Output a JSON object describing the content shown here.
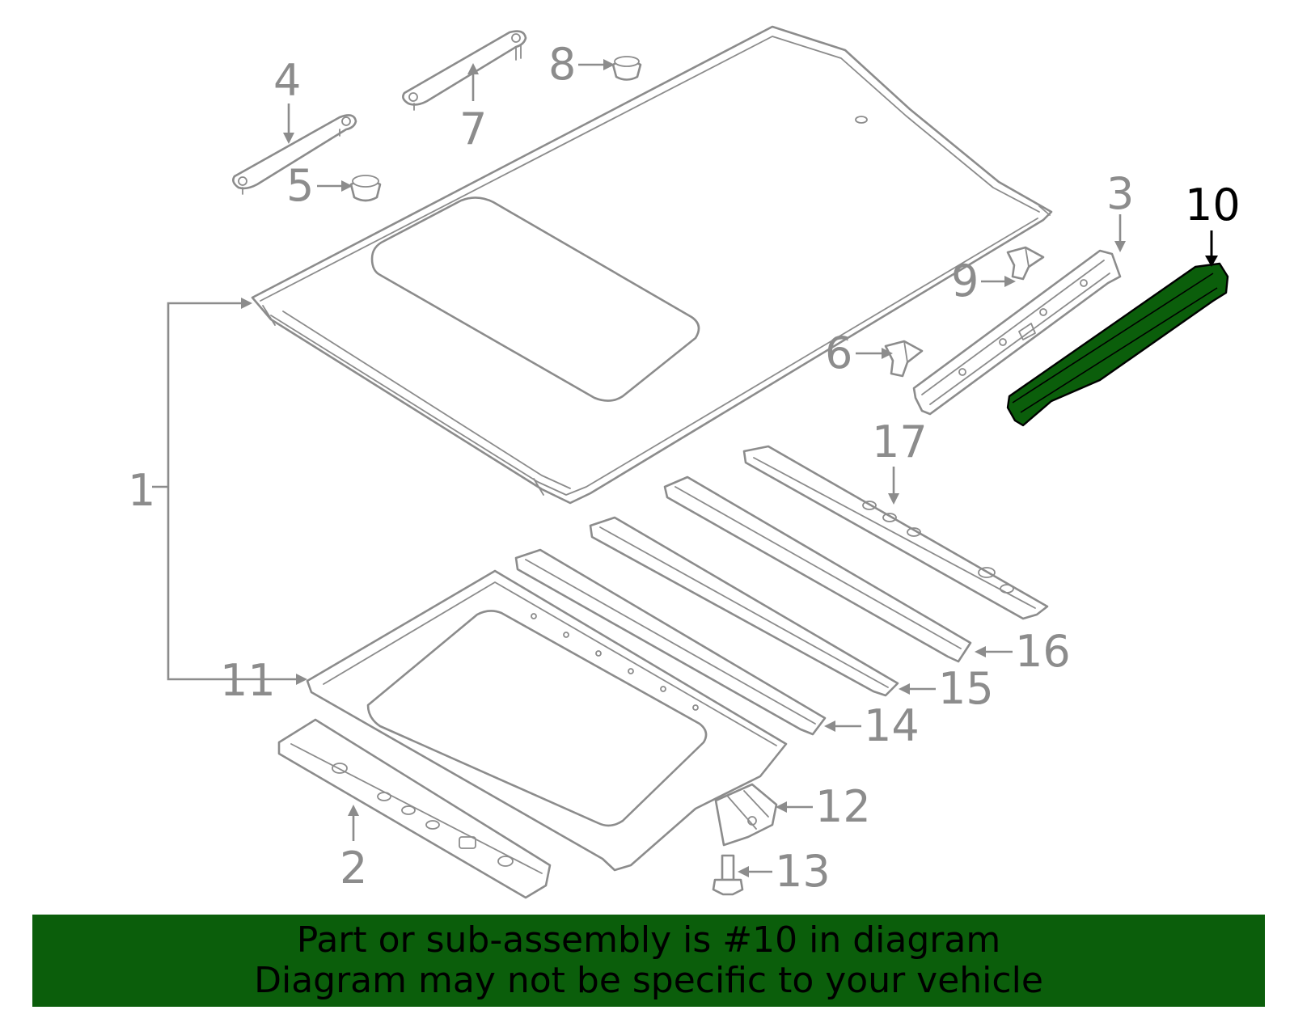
{
  "diagram": {
    "highlighted_part": "10",
    "highlight_color": "#0b5e0b",
    "line_color": "#8c8c8c",
    "callouts": {
      "c1": "1",
      "c2": "2",
      "c3": "3",
      "c4": "4",
      "c5": "5",
      "c6": "6",
      "c7": "7",
      "c8": "8",
      "c9": "9",
      "c10": "10",
      "c11": "11",
      "c12": "12",
      "c13": "13",
      "c14": "14",
      "c15": "15",
      "c16": "16",
      "c17": "17"
    }
  },
  "banner": {
    "line1": "Part or sub-assembly is #10 in diagram",
    "line2": "Diagram may not be specific to your vehicle",
    "background": "#0b5e0b"
  }
}
